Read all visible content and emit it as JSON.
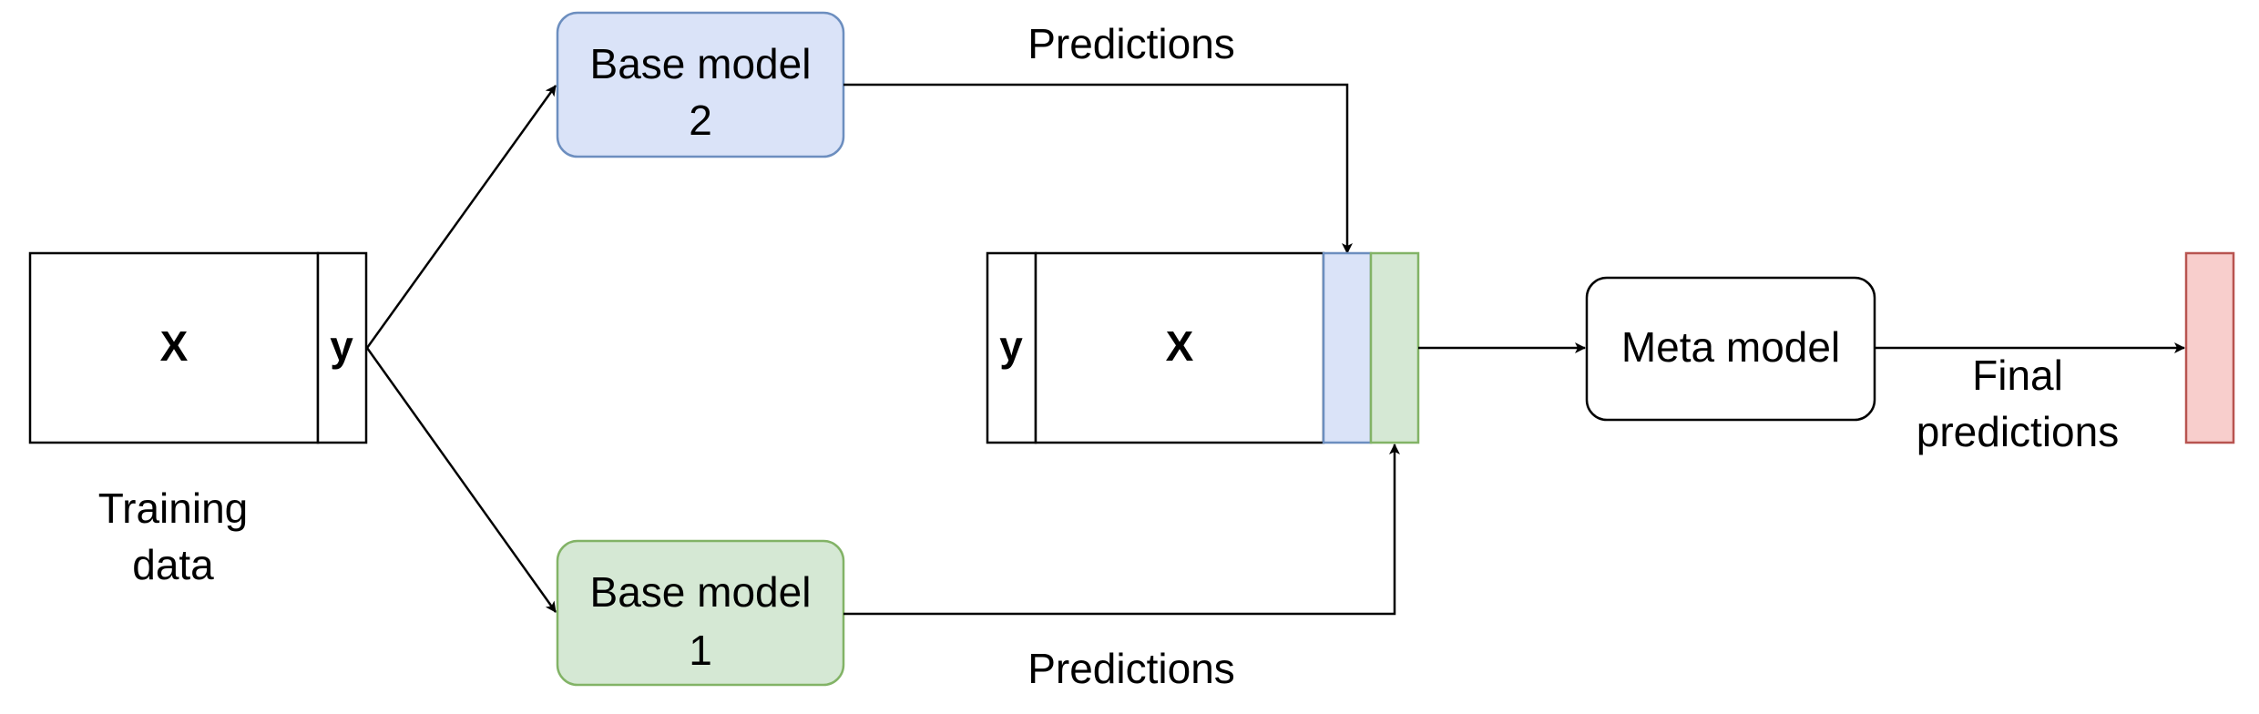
{
  "training": {
    "x_label": "X",
    "y_label": "y",
    "caption_line1": "Training",
    "caption_line2": "data"
  },
  "base_model_2": {
    "line1": "Base model",
    "line2": "2",
    "fill": "#dae3f8",
    "stroke": "#6c8ebf"
  },
  "base_model_1": {
    "line1": "Base model",
    "line2": "1",
    "fill": "#d5e8d4",
    "stroke": "#82b366"
  },
  "predictions_top": "Predictions",
  "predictions_bottom": "Predictions",
  "stacked": {
    "y_label": "y",
    "x_label": "X"
  },
  "meta_model": {
    "label": "Meta model"
  },
  "final": {
    "line1": "Final",
    "line2": "predictions",
    "fill": "#f8cecc",
    "stroke": "#b85450"
  }
}
